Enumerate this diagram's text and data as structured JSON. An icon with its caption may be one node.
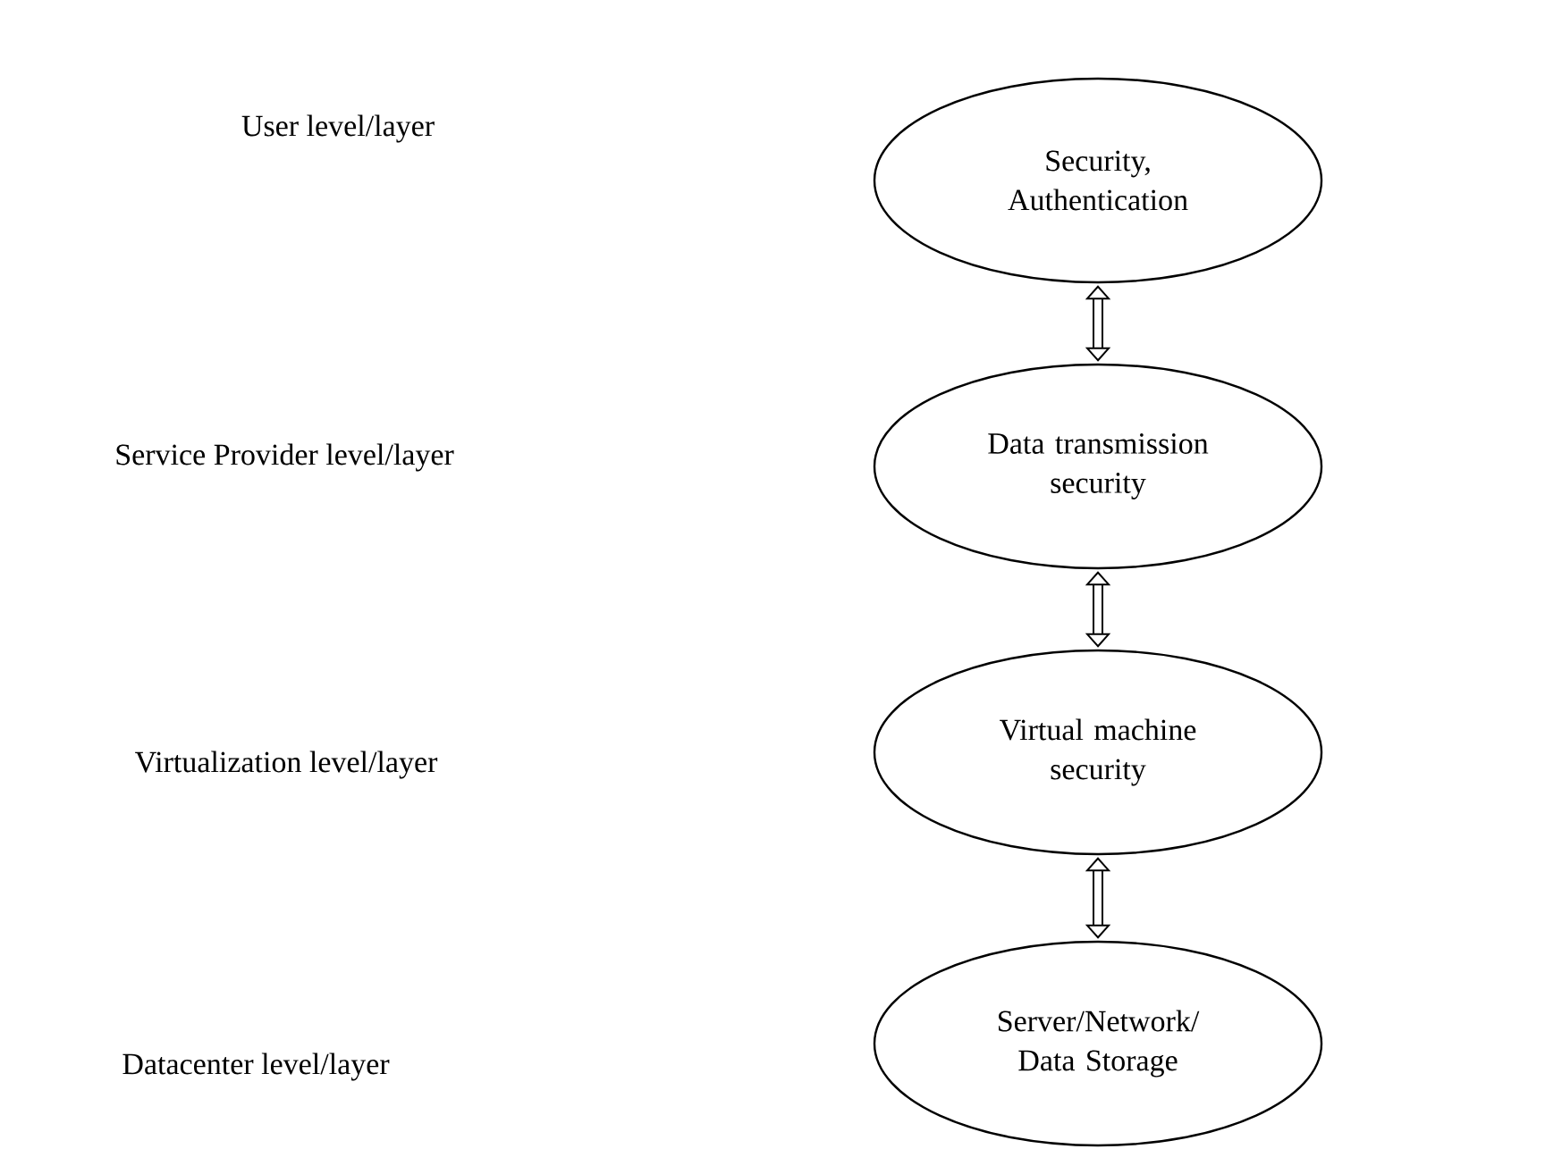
{
  "diagram": {
    "nodes": [
      {
        "text": [
          "Security, Authentication"
        ]
      },
      {
        "text": [
          "Data transmission security"
        ]
      },
      {
        "text": [
          "Virtual machine security"
        ]
      },
      {
        "text": [
          "Server/Network/ Data Storage"
        ]
      }
    ],
    "edges": [
      {
        "from": 0,
        "to": 1,
        "arrow": "both"
      },
      {
        "from": 1,
        "to": 2,
        "arrow": "both"
      },
      {
        "from": 2,
        "to": 3,
        "arrow": "both"
      }
    ],
    "labels": [
      "User level/layer",
      "Service Provider level/layer",
      "Virtualization   level/layer",
      "Datacenter level/layer"
    ]
  }
}
